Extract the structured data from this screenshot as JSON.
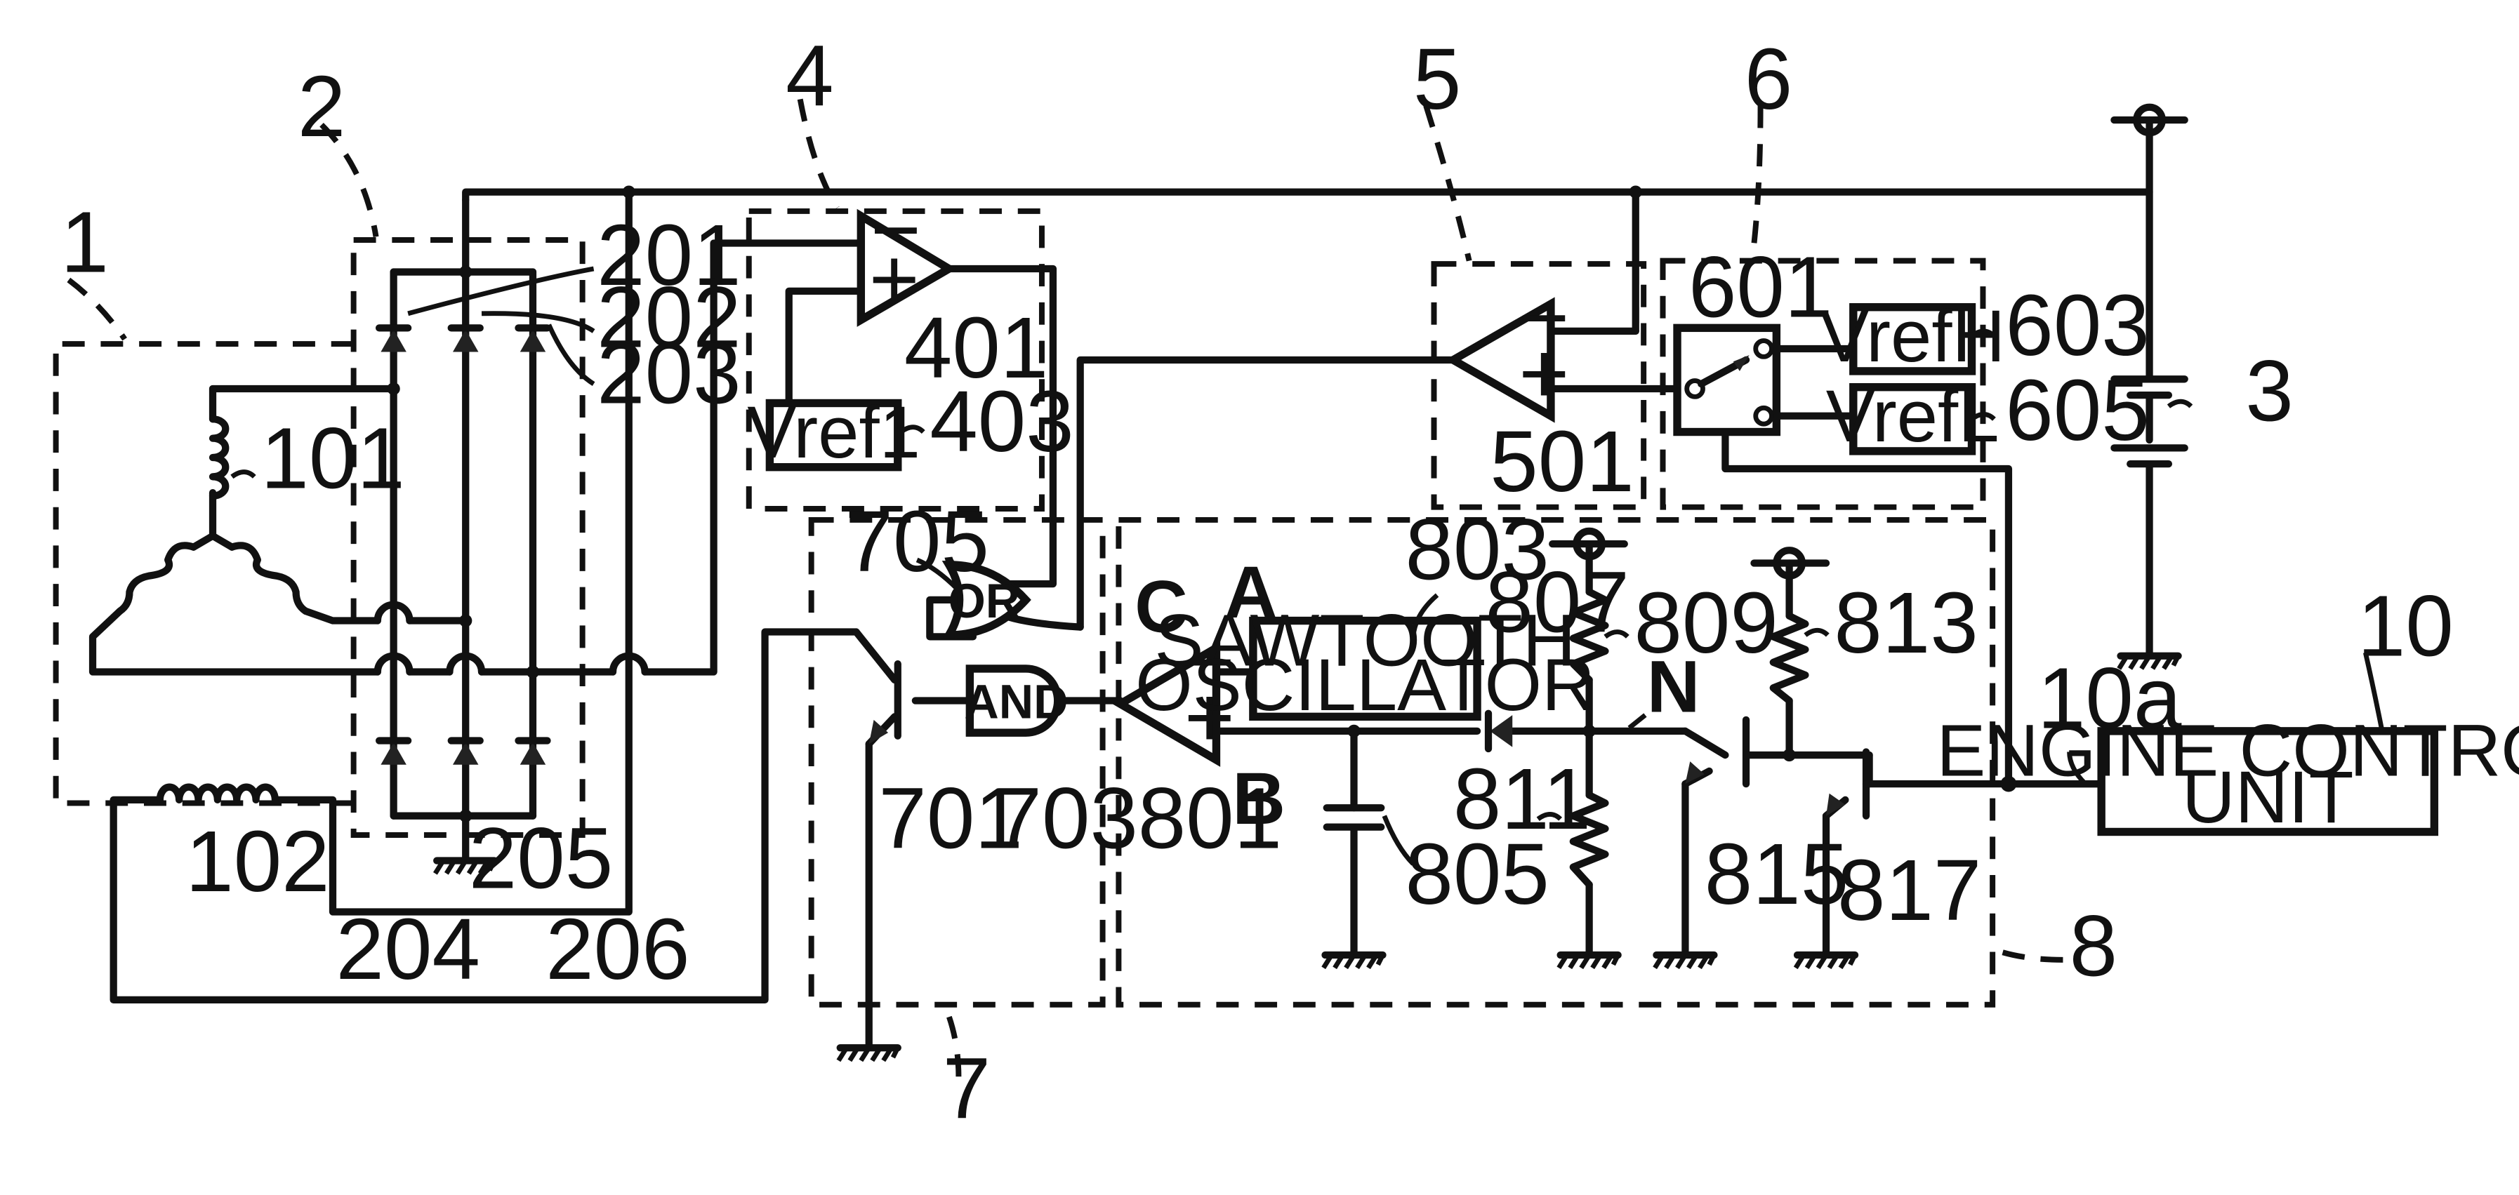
{
  "labels": {
    "alternator": "1",
    "rectifier": "2",
    "battery": "3",
    "voltage_detector": "4",
    "comparator_circuit": "5",
    "reference_switch_circuit": "6",
    "drive_circuit": "7",
    "pwm_circuit": "8",
    "ecu_num": "10",
    "ecu_terminal": "10a",
    "stator_coil": "101",
    "field_coil": "102",
    "diode_201": "201",
    "diode_202": "202",
    "diode_203": "203",
    "diode_204": "204",
    "diode_205": "205",
    "diode_206": "206",
    "comparator_401": "401",
    "vref1_num": "403",
    "comparator_501": "501",
    "switch_601": "601",
    "vrefh_num": "603",
    "vrefl_num": "605",
    "transistor_701": "701",
    "and_gate_num": "703",
    "or_gate_num": "705",
    "comparator_801": "801",
    "oscillator_num": "803",
    "capacitor_805": "805",
    "diode_807": "807",
    "resistor_809": "809",
    "resistor_811": "811",
    "resistor_813": "813",
    "transistor_815": "815",
    "transistor_817": "817"
  },
  "blocks": {
    "vref1": "Vref1",
    "vrefh": "VrefH",
    "vrefl": "VrefL",
    "osc_line1": "SAWTOOTH",
    "osc_line2": "OSCILLATOR",
    "ecu_line1": "ENGINE CONTROL",
    "ecu_line2": "UNIT"
  },
  "gates": {
    "or": "OR",
    "and": "AND"
  },
  "signals": {
    "a": "A",
    "b": "B",
    "c": "C",
    "n": "N"
  },
  "signs": {
    "minus": "−",
    "plus": "+"
  }
}
